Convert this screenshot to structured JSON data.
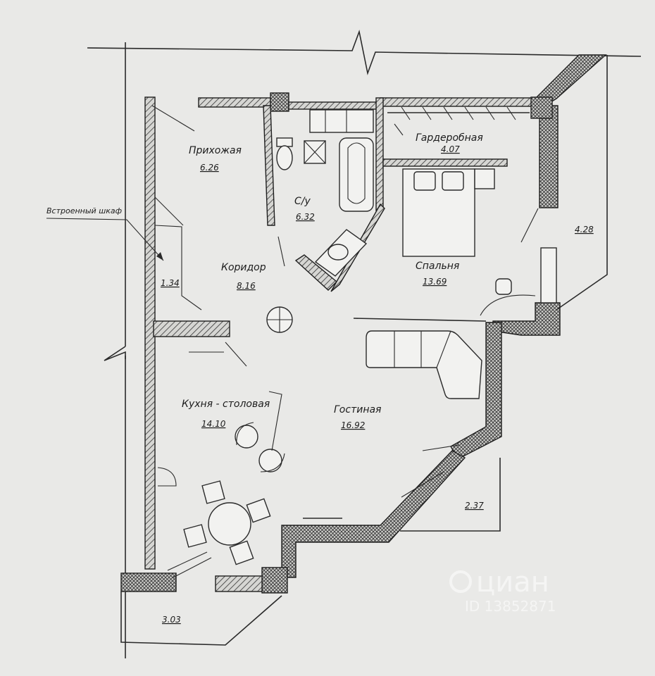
{
  "rooms": {
    "hallway": {
      "name": "Прихожая",
      "area": "6.26"
    },
    "bathroom": {
      "name": "С/у",
      "area": "6.32"
    },
    "wardrobe": {
      "name": "Гардеробная",
      "area": "4.07"
    },
    "bedroom": {
      "name": "Спальня",
      "area": "13.69"
    },
    "corridor": {
      "name": "Коридор",
      "area": "8.16"
    },
    "closet": {
      "area": "1.34"
    },
    "kitchen": {
      "name": "Кухня - столовая",
      "area": "14.10"
    },
    "living": {
      "name": "Гостиная",
      "area": "16.92"
    }
  },
  "annotations": {
    "builtin_closet": "Встроенный шкаф"
  },
  "balconies": {
    "east": "4.28",
    "south_east": "2.37",
    "south": "3.03"
  },
  "watermark": {
    "brand": "циан",
    "id": "ID 13852871"
  }
}
